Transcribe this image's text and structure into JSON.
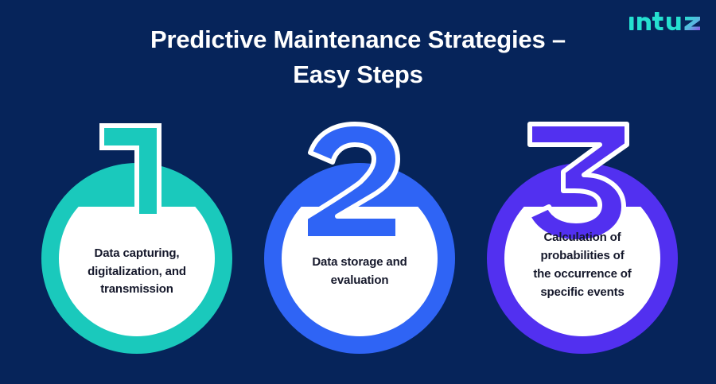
{
  "brand": {
    "logo_text": "Intuz",
    "logo_primary_color": "#25e0d0",
    "logo_accent_color": "#8c52e5"
  },
  "background_color": "#06245a",
  "header": {
    "title": "Predictive Maintenance Strategies –\nEasy Steps",
    "title_color": "#ffffff"
  },
  "steps": [
    {
      "number": "1",
      "label": "Data capturing,\ndigitalization, and\ntransmission",
      "color": "#1ac9bc",
      "outline_color": "#ffffff",
      "inner_color": "#ffffff",
      "text_color": "#15182b"
    },
    {
      "number": "2",
      "label": "Data storage and\nevaluation",
      "color": "#2f64f5",
      "outline_color": "#ffffff",
      "inner_color": "#ffffff",
      "text_color": "#15182b"
    },
    {
      "number": "3",
      "label": "Calculation of\nprobabilities of\nthe occurrence of\nspecific events",
      "color": "#5230f0",
      "outline_color": "#ffffff",
      "inner_color": "#ffffff",
      "text_color": "#15182b"
    }
  ]
}
